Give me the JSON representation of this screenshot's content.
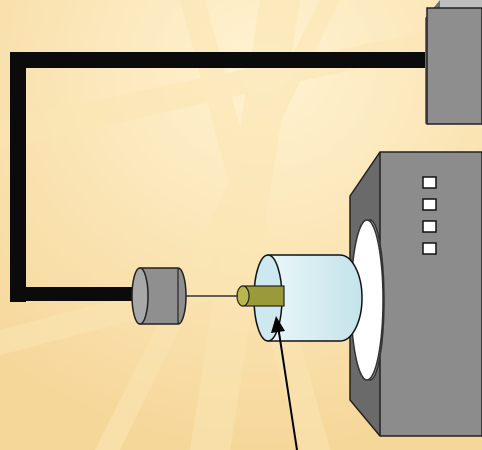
{
  "canvas": {
    "background_base": "#f6d79a",
    "background_light": "#fff3d2",
    "background_ray": "#fbe6b4"
  },
  "diagram": {
    "description_visible_text": "",
    "colors": {
      "frame": "#0b0b0b",
      "block_face": "#8e8e8e",
      "block_top": "#bdbdbd",
      "block_side": "#6e6e6e",
      "machine_face": "#8c8c8c",
      "machine_top": "#b5b5b5",
      "machine_side": "#6a6a6a",
      "ring_white": "#ffffff",
      "tank_fill": "#cde9ef",
      "tank_edge": "#9fc8d2",
      "rod": "#9a9a3a",
      "rod_end": "#b7b74e",
      "spool": "#8f8f8f",
      "wire": "#333333",
      "button_fill": "#ffffff",
      "arrow": "#000000"
    },
    "parts": {
      "frame": "support-frame",
      "top_block": "top-mount-block",
      "machine": "drive-housing",
      "spindle_ring": "spindle-face",
      "chamber": "transparent-chamber",
      "sample_rod": "sample-rod",
      "roller": "take-up-roller",
      "fiber": "drawn-fiber",
      "pointer": "indicator-arrow"
    },
    "panel_buttons_count": 4
  }
}
